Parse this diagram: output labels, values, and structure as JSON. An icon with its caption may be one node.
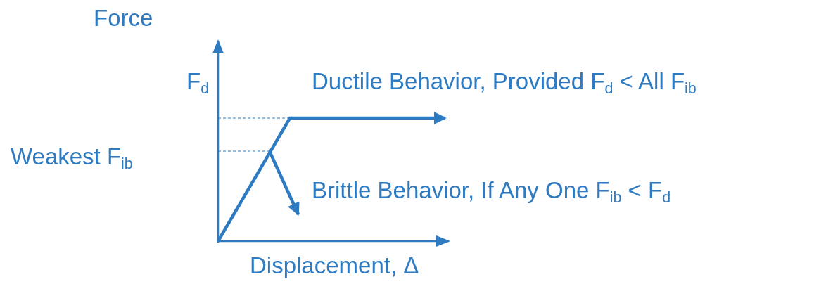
{
  "diagram": {
    "labels": [
      "Force",
      "F$_{d}$",
      "Ductile Behavior, Provided F$_{d}$ < All F$_{ib}$",
      "Weakest F$_{ib}$",
      "Brittle Behavior, If Any One F$_{ib}$ < F$_{d}$",
      "Displacement, Δ"
    ]
  }
}
